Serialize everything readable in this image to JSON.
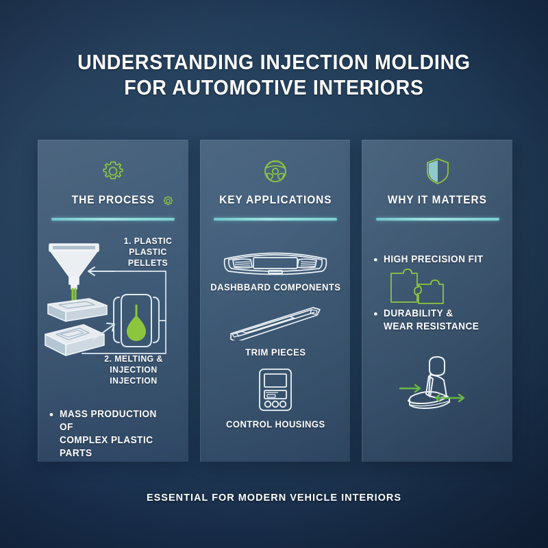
{
  "title": {
    "line1": "UNDERSTANDING INJECTION MOLDING",
    "line2": "FOR AUTOMOTIVE INTERIORS"
  },
  "colors": {
    "background_dark": "#13253c",
    "panel_fill": "#6e86a0",
    "accent_green": "#8cc63f",
    "accent_teal": "#8ce0e0",
    "text_white": "#ffffff"
  },
  "panels": [
    {
      "id": "the-process",
      "icon": "gear-icon",
      "title": "THE PROCESS",
      "title_inline_icon": "gear-icon",
      "diagram": {
        "icon": "injection-molding-process-diagram",
        "step1_line1": "1. PLASTIC",
        "step1_line2": "PLASTIC PELLETS",
        "step2_line1": "2. MELTING &",
        "step2_line2": "INJECTION INJECTION"
      },
      "bullets": [
        {
          "line1": "MASS PRODUCTION OF",
          "line2": "COMPLEX PLASTIC PARTS"
        }
      ]
    },
    {
      "id": "key-applications",
      "icon": "steering-wheel-icon",
      "title": "KEY APPLICATIONS",
      "items": [
        {
          "icon": "dashboard-icon",
          "label": "DASHBBARD COMPONENTS"
        },
        {
          "icon": "trim-strip-icon",
          "label": "TRIM PIECES"
        },
        {
          "icon": "control-unit-icon",
          "label": "CONTROL HOUSINGS"
        }
      ]
    },
    {
      "id": "why-it-matters",
      "icon": "shield-icon",
      "title": "WHY IT MATTERS",
      "bullets": [
        {
          "line1": "HIGH PRECISION FIT",
          "line2": ""
        },
        {
          "line1": "DURABILITY &",
          "line2": "WEAR RESISTANCE"
        }
      ],
      "decor_icons": [
        "puzzle-pieces-icon",
        "car-seat-adjust-icon"
      ]
    }
  ],
  "footer": {
    "text": "ESSENTIAL FOR MODERN VEHICLE INTERIORS"
  }
}
